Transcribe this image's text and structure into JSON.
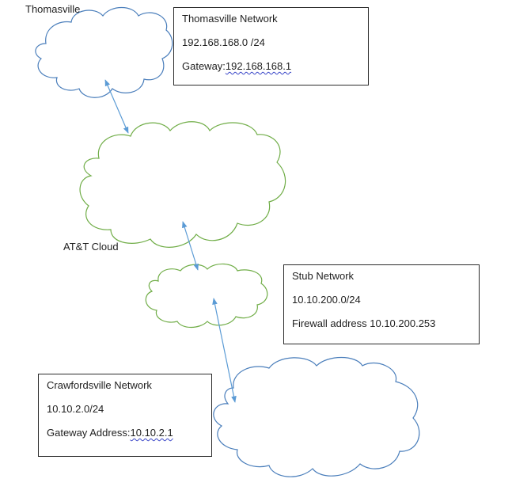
{
  "colors": {
    "blue_cloud": "#4a7ebb",
    "green_cloud": "#70ad47",
    "connector": "#5b9bd5",
    "box_border": "#2b2b2b",
    "spellcheck_underline": "#3a46c8"
  },
  "labels": {
    "thomasville": "Thomasville",
    "att_cloud": "AT&T Cloud"
  },
  "thomasville_box": {
    "title": "Thomasville Network",
    "subnet": "192.168.168.0 /24",
    "gateway_label": "Gateway:",
    "gateway_value": "192.168.168.1"
  },
  "stub_box": {
    "title": "Stub Network",
    "subnet": "10.10.200.0/24",
    "firewall": "Firewall address 10.10.200.253"
  },
  "crawfordsville_box": {
    "title": "Crawfordsville Network",
    "subnet": "10.10.2.0/24",
    "gateway_label": "Gateway Address:",
    "gateway_value": "10.10.2.1"
  }
}
